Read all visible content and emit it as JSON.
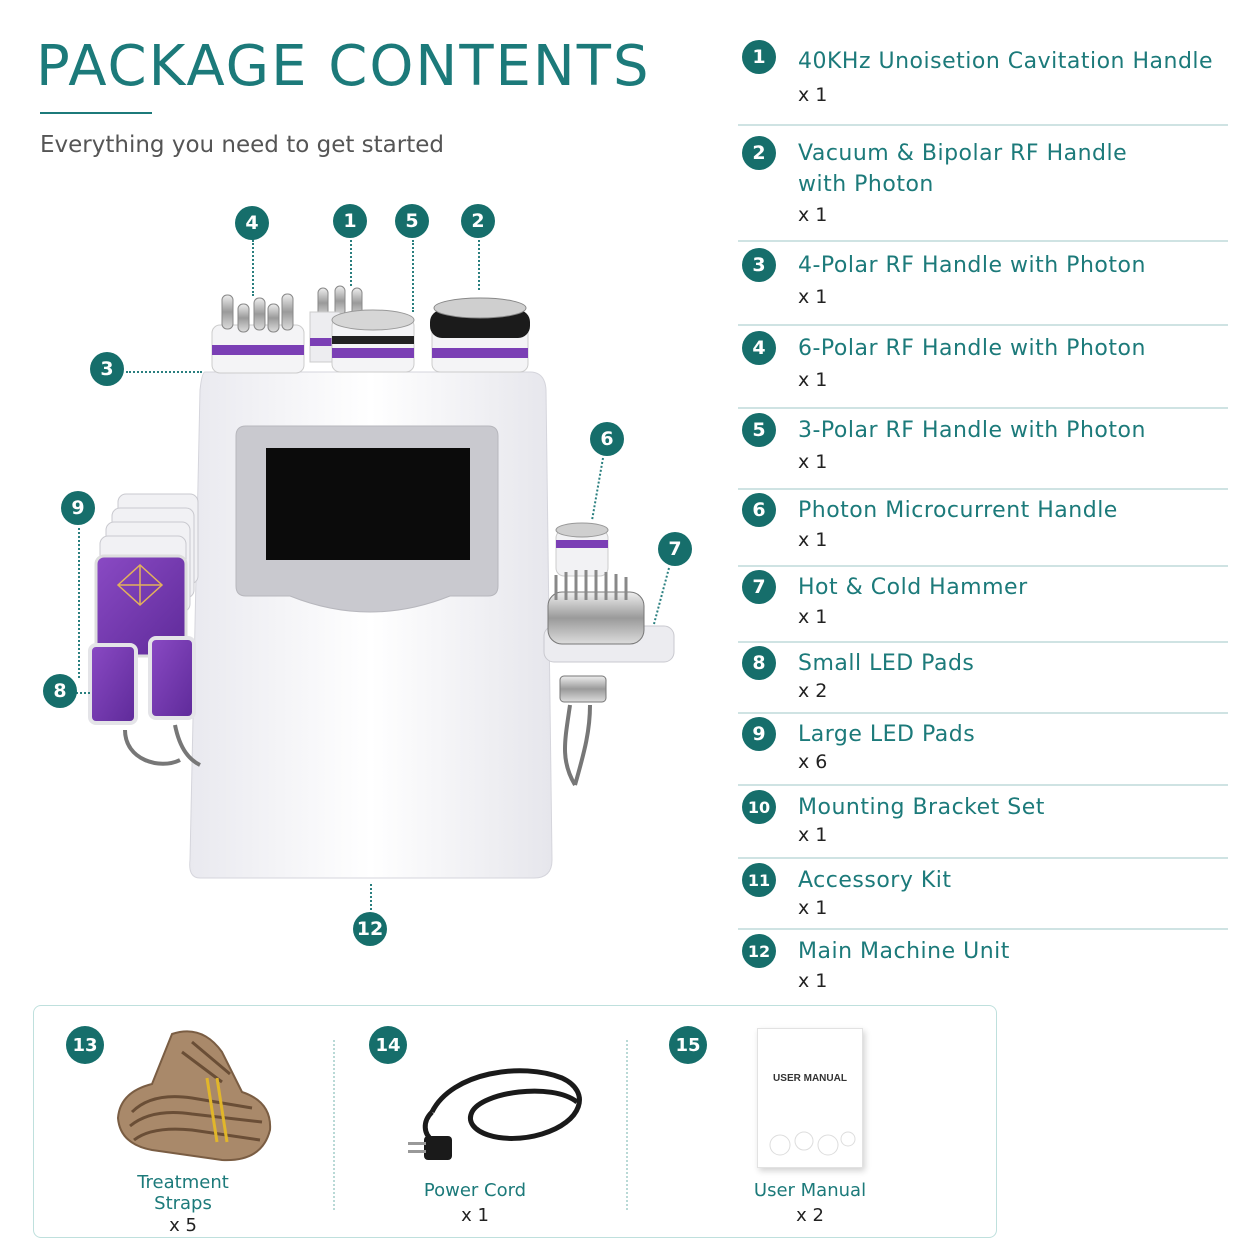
{
  "header": {
    "title": "PACKAGE CONTENTS",
    "subtitle": "Everything you need to get started"
  },
  "list": [
    {
      "num": "1",
      "name": "40KHz Unoisetion Cavitation Handle",
      "qty": "x 1"
    },
    {
      "num": "2",
      "name": "Vacuum & Bipolar RF Handle with Photon",
      "qty": "x 1"
    },
    {
      "num": "3",
      "name": "4-Polar RF Handle with Photon",
      "qty": "x 1"
    },
    {
      "num": "4",
      "name": "6-Polar RF Handle with Photon",
      "qty": "x 1"
    },
    {
      "num": "5",
      "name": "3-Polar RF Handle with Photon",
      "qty": "x 1"
    },
    {
      "num": "6",
      "name": "Photon Microcurrent Handle",
      "qty": "x 1"
    },
    {
      "num": "7",
      "name": "Hot & Cold Hammer",
      "qty": "x 1"
    },
    {
      "num": "8",
      "name": "Small LED Pads",
      "qty": "x 2"
    },
    {
      "num": "9",
      "name": "Large LED Pads",
      "qty": "x 6"
    },
    {
      "num": "10",
      "name": "Mounting Bracket Set",
      "qty": "x 1"
    },
    {
      "num": "11",
      "name": "Accessory Kit",
      "qty": "x 1"
    },
    {
      "num": "12",
      "name": "Main Machine Unit",
      "qty": "x 1"
    }
  ],
  "list_name_line2": "with Photon",
  "list_name_2_line1": "Vacuum & Bipolar RF Handle",
  "callouts": [
    "4",
    "1",
    "5",
    "2",
    "3",
    "6",
    "7",
    "9",
    "8",
    "12"
  ],
  "accessories": [
    {
      "num": "13",
      "label_line1": "Treatment",
      "label_line2": "Straps",
      "qty": "x 5"
    },
    {
      "num": "14",
      "label": "Power Cord",
      "qty": "x 1"
    },
    {
      "num": "15",
      "label": "User Manual",
      "qty": "x 2"
    }
  ],
  "manual_cover_text": "USER MANUAL",
  "colors": {
    "accent": "#1c7a7a",
    "badge": "#166e6b",
    "purple": "#7b3fb5",
    "screen": "#0b0b0b"
  }
}
